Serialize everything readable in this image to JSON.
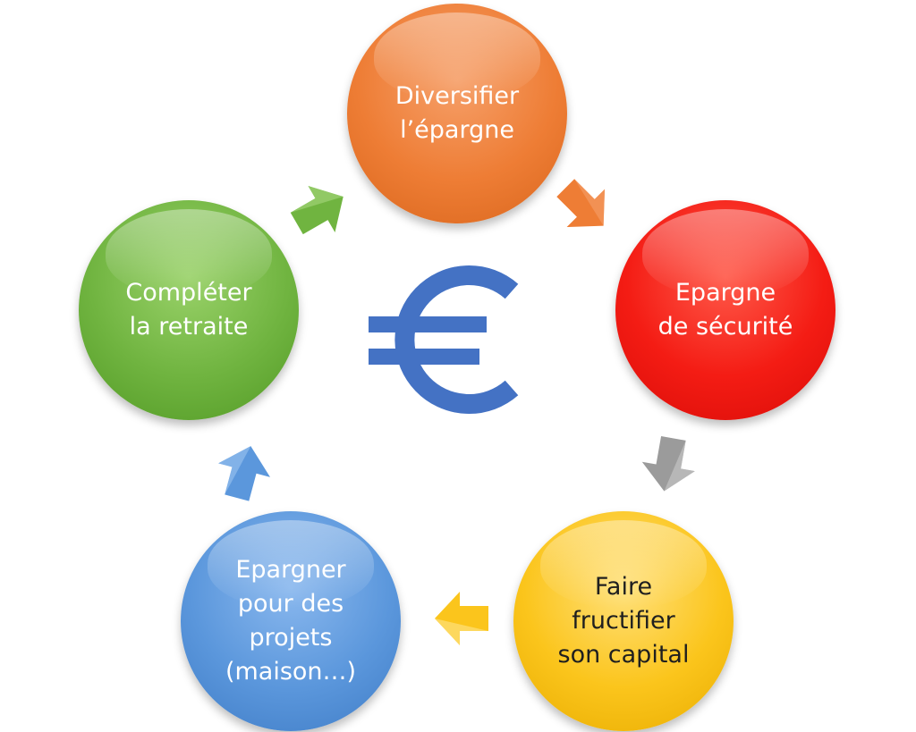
{
  "diagram": {
    "center_icon": "euro-icon",
    "nodes": [
      {
        "id": "diversifier",
        "label": "Diversifier\nl’épargne",
        "color": "#ee7d35"
      },
      {
        "id": "securite",
        "label": "Epargne\nde sécurité",
        "color": "#f41c14"
      },
      {
        "id": "capital",
        "label": "Faire\nfructifier\nson capital",
        "color": "#fbc51c"
      },
      {
        "id": "projets",
        "label": "Epargner\npour des\nprojets\n(maison…)",
        "color": "#5b97dc"
      },
      {
        "id": "retraite",
        "label": "Compléter\nla retraite",
        "color": "#70b440"
      }
    ],
    "arrows": [
      {
        "from": "diversifier",
        "to": "securite",
        "color": "#ee7d35"
      },
      {
        "from": "securite",
        "to": "capital",
        "color": "#9b9b9b"
      },
      {
        "from": "capital",
        "to": "projets",
        "color": "#fbc51c"
      },
      {
        "from": "projets",
        "to": "retraite",
        "color": "#5b97dc"
      },
      {
        "from": "retraite",
        "to": "diversifier",
        "color": "#70b440"
      }
    ],
    "euro_color": "#4472c4"
  }
}
